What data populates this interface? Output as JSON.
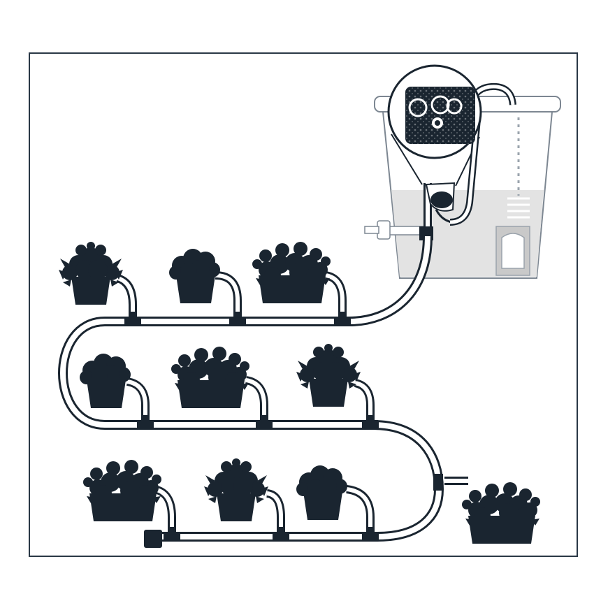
{
  "colors": {
    "ink": "#1a2530",
    "frame": "#2a3846",
    "tank_water": "#e3e3e3",
    "tank_outline": "#7d8792",
    "tube_fill": "#ffffff",
    "background": "#ffffff"
  },
  "components": {
    "reservoir": "water-tank",
    "pump_detail": "magnified-pump-view",
    "tap": "drain-tap",
    "end_cap": "line-end-stopper"
  },
  "plants": [
    {
      "row": 1,
      "kind": "leafy"
    },
    {
      "row": 1,
      "kind": "bushy"
    },
    {
      "row": 1,
      "kind": "flowering"
    },
    {
      "row": 2,
      "kind": "bushy"
    },
    {
      "row": 2,
      "kind": "flowering"
    },
    {
      "row": 2,
      "kind": "leafy"
    },
    {
      "row": 3,
      "kind": "flowering"
    },
    {
      "row": 3,
      "kind": "leafy"
    },
    {
      "row": 3,
      "kind": "bushy"
    },
    {
      "row": 3,
      "kind": "flowering"
    }
  ]
}
